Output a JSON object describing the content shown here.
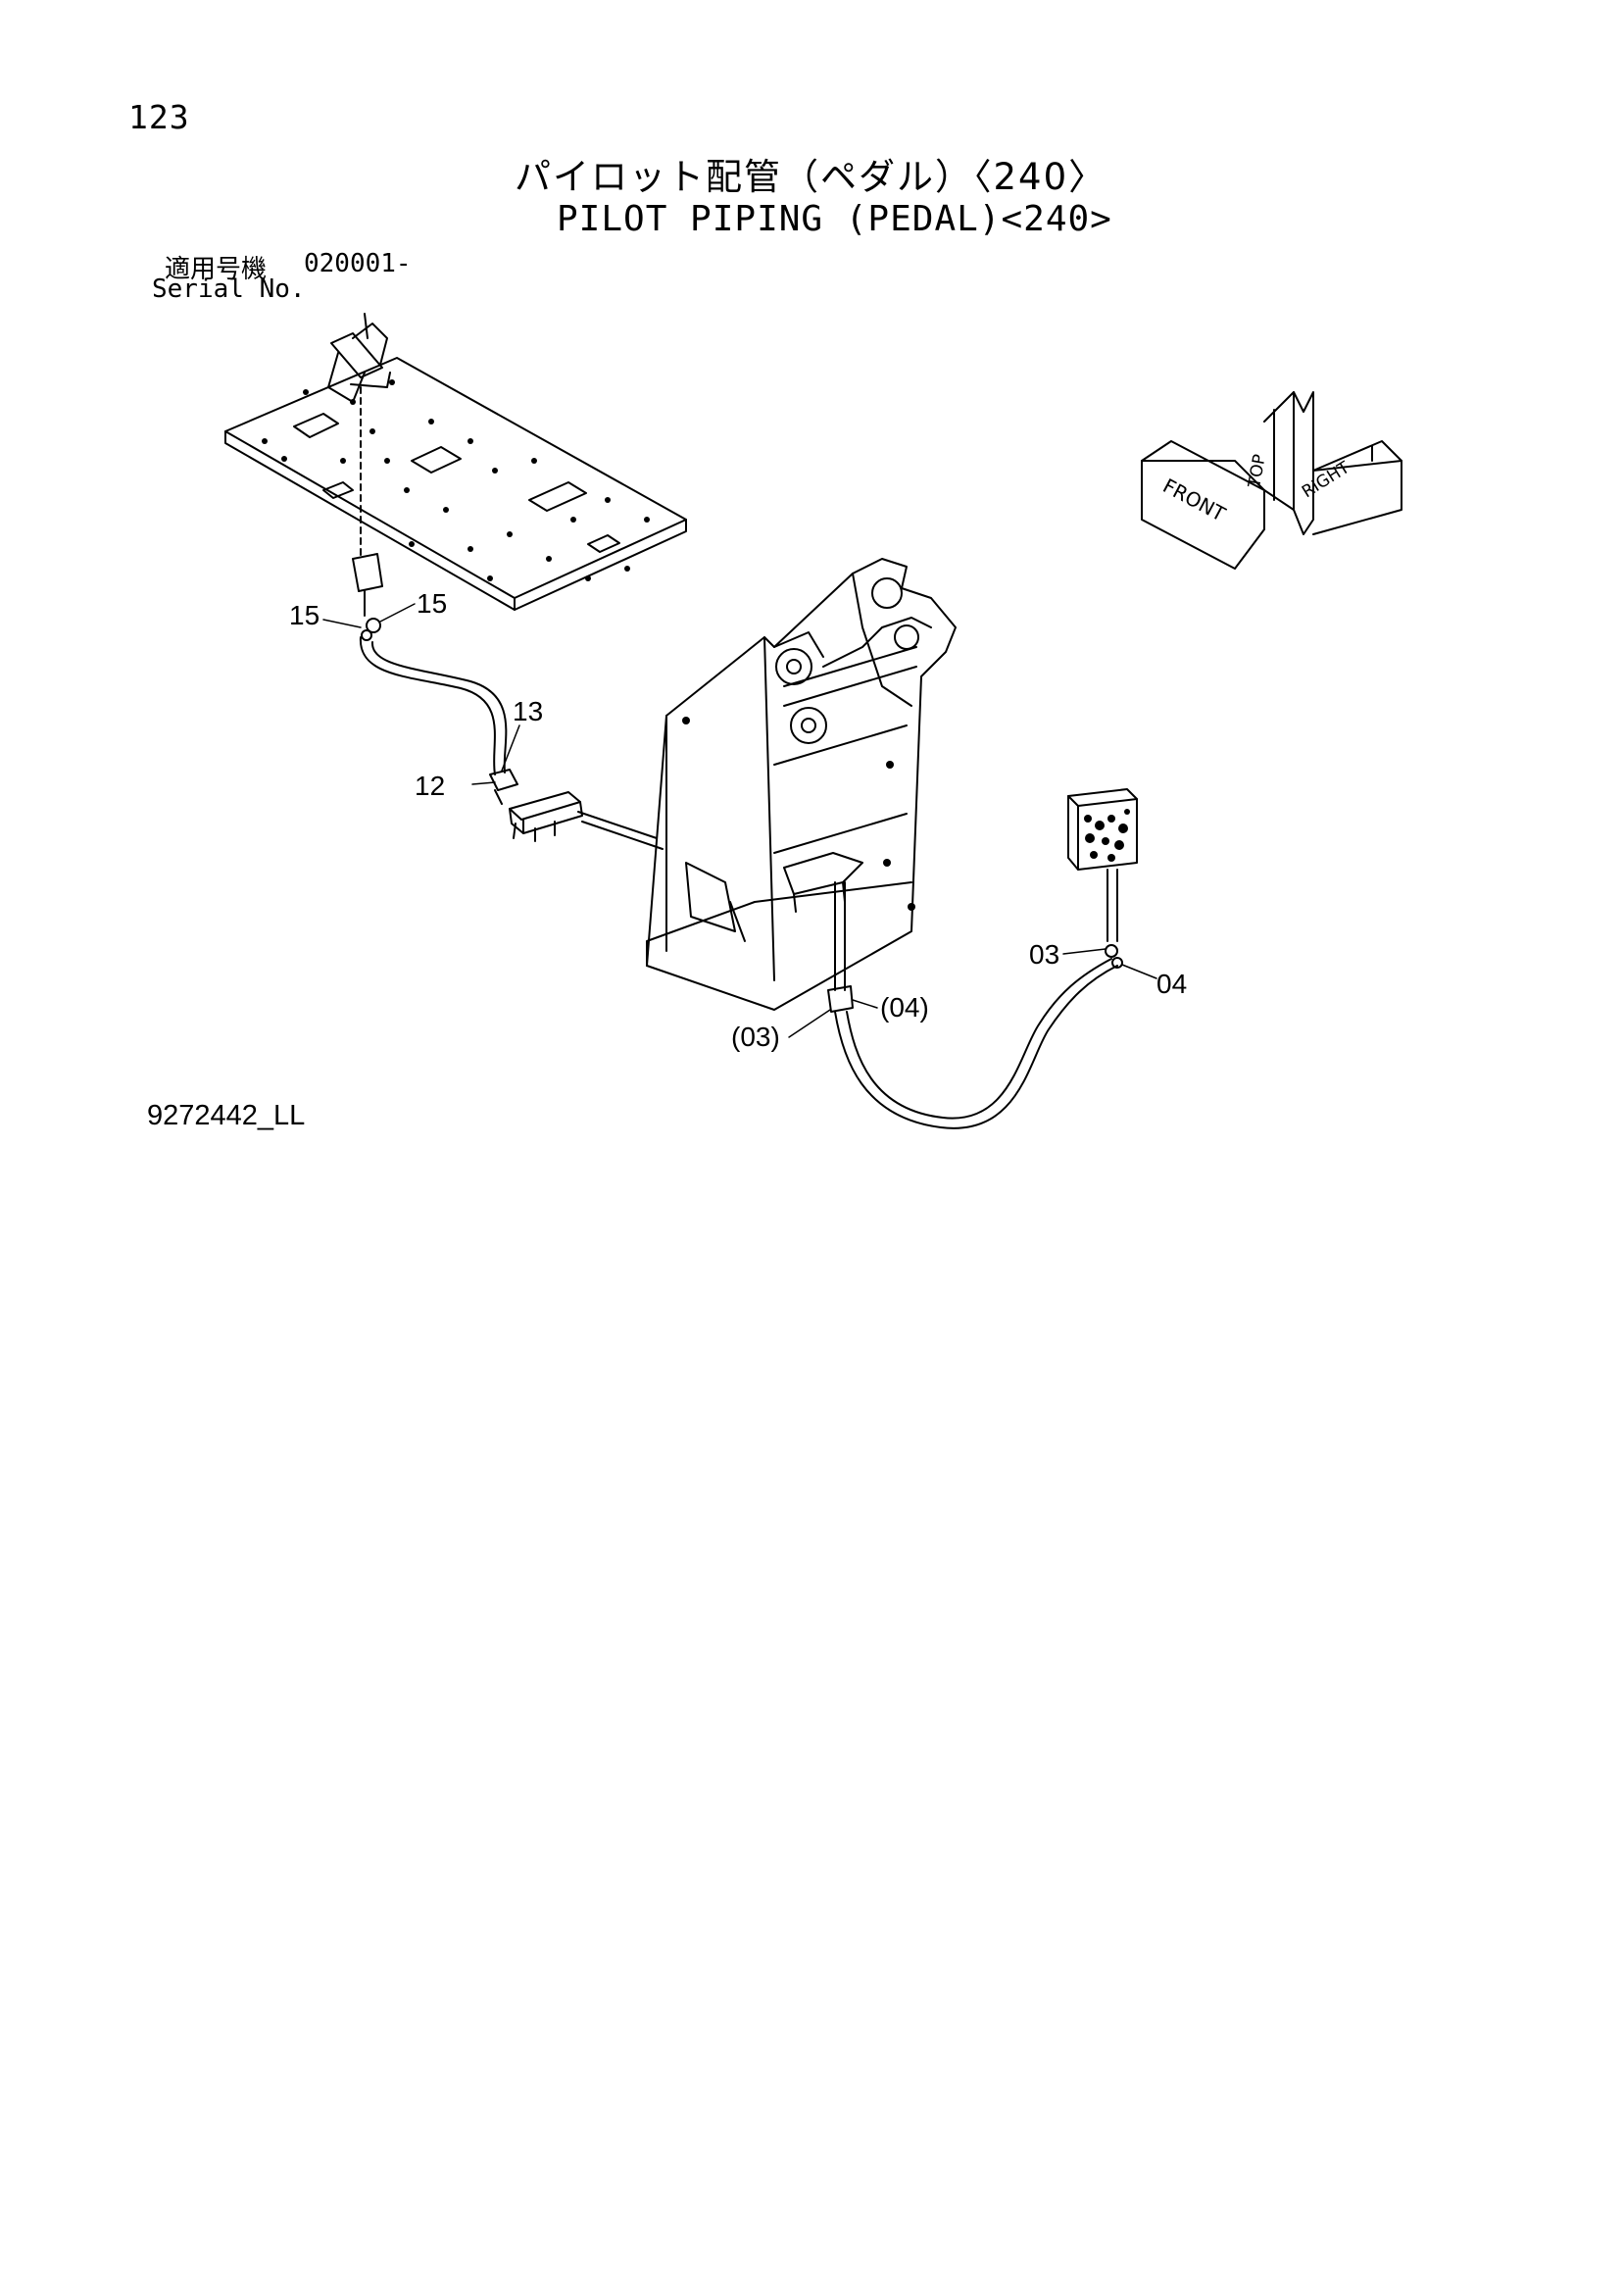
{
  "header": {
    "page_number": "123",
    "title_jp": "パイロット配管（ペダル）〈240〉",
    "title_en": "PILOT PIPING (PEDAL)<240>"
  },
  "serial": {
    "label_jp": "適用号機",
    "value": "020001-",
    "label_en": "Serial No."
  },
  "callouts": [
    "15",
    "15",
    "13",
    "12",
    "03",
    "04",
    "(04)",
    "(03)"
  ],
  "compass": {
    "top": "TOP",
    "front": "FRONT",
    "right": "RIGHT"
  },
  "footer": {
    "drawing_id": "9272442_LL"
  }
}
